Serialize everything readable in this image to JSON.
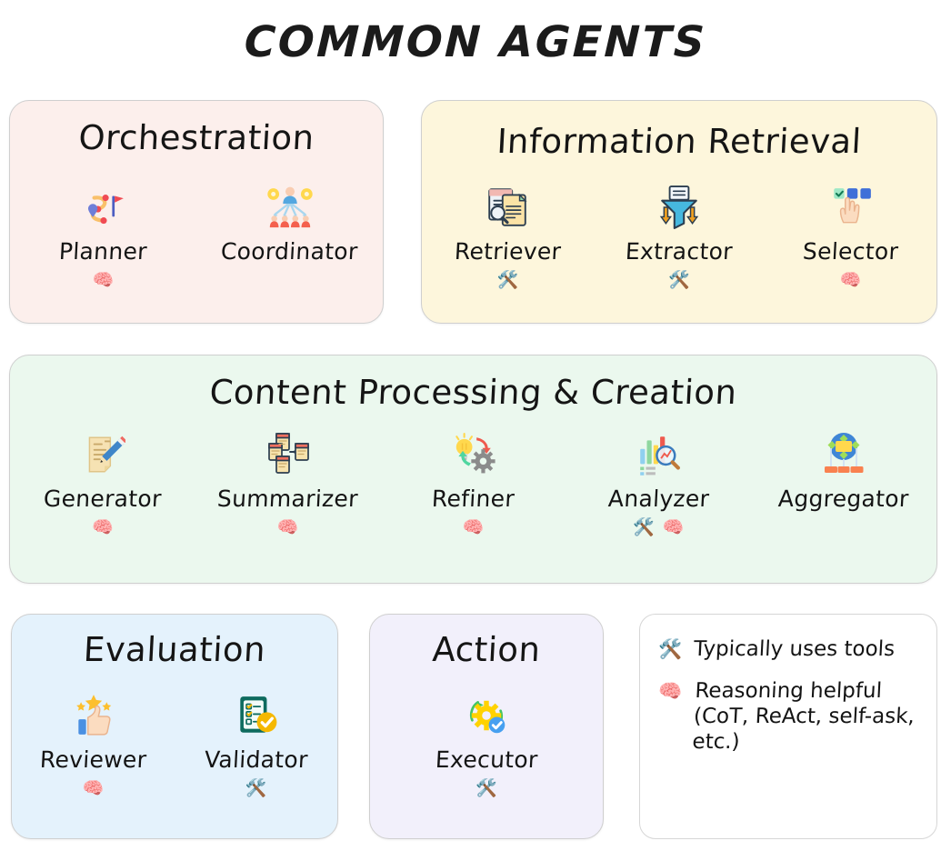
{
  "title": "COMMON AGENTS",
  "colors": {
    "orchestration_bg": "#fcefec",
    "retrieval_bg": "#fdf6dc",
    "content_bg": "#ebf8ee",
    "evaluation_bg": "#e4f2fc",
    "action_bg": "#f2f0fb",
    "legend_bg": "#ffffff",
    "card_border": "#cfcfcf",
    "text": "#151515"
  },
  "badges": {
    "tool": "🛠️",
    "brain": "🧠"
  },
  "cards": {
    "orchestration": {
      "title": "Orchestration",
      "agents": [
        {
          "label": "Planner",
          "icon": "route-planner-icon",
          "badges": [
            "🧠"
          ]
        },
        {
          "label": "Coordinator",
          "icon": "org-chart-icon",
          "badges": []
        }
      ]
    },
    "retrieval": {
      "title": "Information Retrieval",
      "agents": [
        {
          "label": "Retriever",
          "icon": "documents-magnifier-icon",
          "badges": [
            "🛠️"
          ]
        },
        {
          "label": "Extractor",
          "icon": "funnel-icon",
          "badges": [
            "🛠️"
          ]
        },
        {
          "label": "Selector",
          "icon": "checkbox-select-icon",
          "badges": [
            "🧠"
          ]
        }
      ]
    },
    "content": {
      "title": "Content Processing & Creation",
      "agents": [
        {
          "label": "Generator",
          "icon": "memo-pencil-icon",
          "badges": [
            "🧠"
          ]
        },
        {
          "label": "Summarizer",
          "icon": "documents-merge-icon",
          "badges": [
            "🧠"
          ]
        },
        {
          "label": "Refiner",
          "icon": "bulb-gear-icon",
          "badges": [
            "🧠"
          ]
        },
        {
          "label": "Analyzer",
          "icon": "bar-chart-magnifier-icon",
          "badges": [
            "🛠️",
            "🧠"
          ]
        },
        {
          "label": "Aggregator",
          "icon": "aggregate-node-icon",
          "badges": []
        }
      ]
    },
    "evaluation": {
      "title": "Evaluation",
      "agents": [
        {
          "label": "Reviewer",
          "icon": "thumbs-up-stars-icon",
          "badges": [
            "🧠"
          ]
        },
        {
          "label": "Validator",
          "icon": "checklist-check-icon",
          "badges": [
            "🛠️"
          ]
        }
      ]
    },
    "action": {
      "title": "Action",
      "agents": [
        {
          "label": "Executor",
          "icon": "gear-cycle-check-icon",
          "badges": [
            "🛠️"
          ]
        }
      ]
    }
  },
  "legend": {
    "rows": [
      {
        "glyph": "🛠️",
        "icon": "tools-icon",
        "text": "Typically uses tools"
      },
      {
        "glyph": "🧠",
        "icon": "brain-icon",
        "text": "Reasoning helpful (CoT, ReAct, self-ask, etc.)"
      }
    ]
  }
}
